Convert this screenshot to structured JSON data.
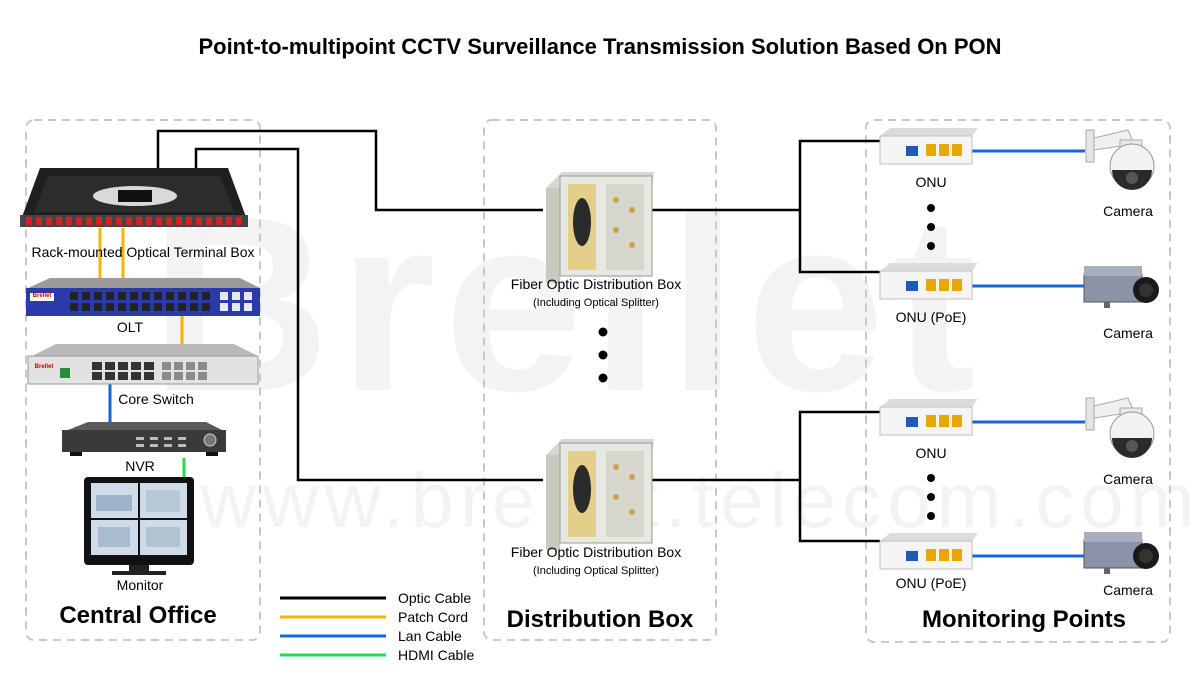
{
  "title": "Point-to-multipoint CCTV Surveillance Transmission Solution Based On PON",
  "watermark": {
    "brand": "Brellet",
    "url": "www.brellet.telecom.com"
  },
  "central_office": {
    "section_label": "Central Office",
    "devices": {
      "odf": "Rack-mounted Optical Terminal Box",
      "olt": "OLT",
      "core_switch": "Core Switch",
      "nvr": "NVR",
      "monitor": "Monitor"
    },
    "brand_tag": "Brellet"
  },
  "distribution": {
    "section_label": "Distribution Box",
    "box_title": "Fiber Optic Distribution Box",
    "box_subtitle": "(Including Optical Splitter)"
  },
  "monitoring": {
    "section_label": "Monitoring Points",
    "onu": "ONU",
    "onu_poe": "ONU (PoE)",
    "camera": "Camera"
  },
  "legend": [
    {
      "label": "Optic Cable",
      "color": "#000000"
    },
    {
      "label": "Patch Cord",
      "color": "#f5b400"
    },
    {
      "label": "Lan Cable",
      "color": "#1565d8"
    },
    {
      "label": "HDMI Cable",
      "color": "#22dd44"
    }
  ]
}
